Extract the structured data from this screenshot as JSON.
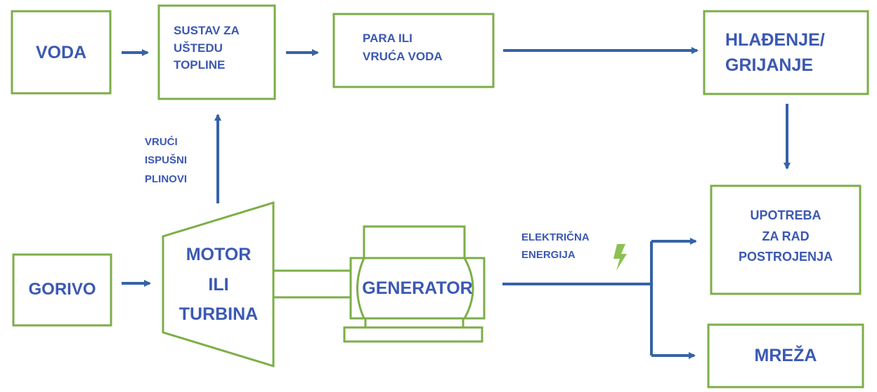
{
  "colors": {
    "box_border": "#7cae48",
    "arrow": "#3563a6",
    "text": "#3b58b3",
    "bolt": "#8cc152"
  },
  "nodes": {
    "voda": "VODA",
    "sustav": "SUSTAV ZA\nUŠTEDU\nTOPLINE",
    "para": "PARA ILI\nVRUĆA VODA",
    "hladenje": "HLAĐENJE/\nGRIJANJE",
    "upotreba": "UPOTREBA\nZA RAD\nPOSTROJENJA",
    "mreza": "MREŽA",
    "gorivo": "GORIVO",
    "motor": "MOTOR\nILI\nTURBINA",
    "generator": "GENERATOR"
  },
  "edge_labels": {
    "exhaust": "VRUĆI\nISPUŠNI\nPLINOVI",
    "electric": "ELEKTRIČNA\nENERGIJA"
  },
  "icons": {
    "bolt": "lightning-bolt-icon"
  }
}
